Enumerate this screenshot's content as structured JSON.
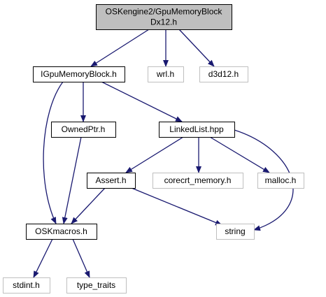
{
  "diagram": {
    "colors": {
      "edge": "#191970",
      "root_fill": "#bfbfbf",
      "root_border": "#000000",
      "node_border": "#000000",
      "external_border": "#bfbfbf",
      "text": "#000000"
    },
    "nodes": [
      {
        "id": "root",
        "lines": [
          "OSKengine2/GpuMemoryBlock",
          "Dx12.h"
        ],
        "kind": "root"
      },
      {
        "id": "igpu",
        "lines": [
          "IGpuMemoryBlock.h"
        ],
        "kind": "file"
      },
      {
        "id": "wrl",
        "lines": [
          "wrl.h"
        ],
        "kind": "external"
      },
      {
        "id": "d3d12",
        "lines": [
          "d3d12.h"
        ],
        "kind": "external"
      },
      {
        "id": "owned",
        "lines": [
          "OwnedPtr.h"
        ],
        "kind": "file"
      },
      {
        "id": "linked",
        "lines": [
          "LinkedList.hpp"
        ],
        "kind": "file"
      },
      {
        "id": "assert",
        "lines": [
          "Assert.h"
        ],
        "kind": "file"
      },
      {
        "id": "corecrt",
        "lines": [
          "corecrt_memory.h"
        ],
        "kind": "external"
      },
      {
        "id": "malloc",
        "lines": [
          "malloc.h"
        ],
        "kind": "external"
      },
      {
        "id": "oskmacros",
        "lines": [
          "OSKmacros.h"
        ],
        "kind": "file"
      },
      {
        "id": "string",
        "lines": [
          "string"
        ],
        "kind": "external"
      },
      {
        "id": "stdint",
        "lines": [
          "stdint.h"
        ],
        "kind": "external"
      },
      {
        "id": "typetraits",
        "lines": [
          "type_traits"
        ],
        "kind": "external"
      }
    ],
    "edges": [
      {
        "from": "root",
        "to": "igpu"
      },
      {
        "from": "root",
        "to": "wrl"
      },
      {
        "from": "root",
        "to": "d3d12"
      },
      {
        "from": "igpu",
        "to": "owned"
      },
      {
        "from": "igpu",
        "to": "linked"
      },
      {
        "from": "igpu",
        "to": "oskmacros"
      },
      {
        "from": "owned",
        "to": "oskmacros"
      },
      {
        "from": "linked",
        "to": "assert"
      },
      {
        "from": "linked",
        "to": "corecrt"
      },
      {
        "from": "linked",
        "to": "malloc"
      },
      {
        "from": "linked",
        "to": "string"
      },
      {
        "from": "assert",
        "to": "oskmacros"
      },
      {
        "from": "assert",
        "to": "string"
      },
      {
        "from": "oskmacros",
        "to": "stdint"
      },
      {
        "from": "oskmacros",
        "to": "typetraits"
      }
    ]
  }
}
